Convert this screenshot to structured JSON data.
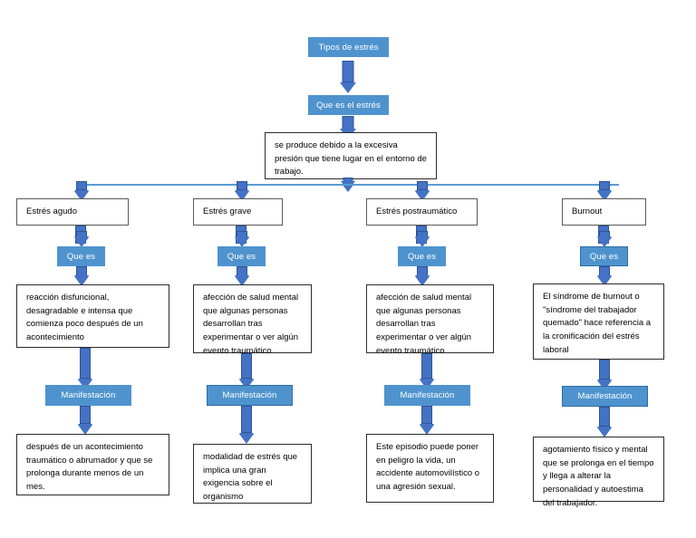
{
  "diagram": {
    "title_node": "Tipos de estrés",
    "definition_node": "Que es el estrés",
    "definition_text": "se produce debido a la excesiva presión que tiene lugar en el entorno de trabajo.",
    "label_que_es": "Que es",
    "label_manifestacion": "Manifestación",
    "colors": {
      "node_blue": "#4F93CE",
      "node_blue_border": "#2E6CA4",
      "arrow_blue": "#4472C4",
      "arrow_border": "#2F5597",
      "line_blue": "#5B9BD5",
      "box_border": "#2b2b2b",
      "text_on_blue": "#ffffff",
      "text_dark": "#000000"
    },
    "columns": [
      {
        "category": "Estrés agudo",
        "que_es": "Que es",
        "definition": "reacción disfuncional, desagradable e intensa que comienza poco después de un acontecimiento",
        "manifestacion": "Manifestación",
        "manifestacion_text": "después de un acontecimiento traumático o abrumador y que se prolonga durante menos de un mes."
      },
      {
        "category": "Estrés grave",
        "que_es": "Que es",
        "definition": "afección de salud mental que algunas personas desarrollan tras experimentar o ver algún evento traumático",
        "manifestacion": "Manifestación",
        "manifestacion_text": "modalidad de estrés que implica una gran exigencia sobre el organismo"
      },
      {
        "category": "Estrés postraumático",
        "que_es": "Que es",
        "definition": "afección de salud mental que algunas personas desarrollan tras experimentar o ver algún evento traumático",
        "manifestacion": "Manifestación",
        "manifestacion_text": "Este episodio puede poner en peligro la vida, un accidente automovilístico o una agresión sexual."
      },
      {
        "category": "Burnout",
        "que_es": "Que es",
        "definition": "El síndrome de burnout o \"síndrome del trabajador quemado\" hace referencia a la cronificación del estrés laboral",
        "manifestacion": "Manifestación",
        "manifestacion_text": "agotamiento físico y mental que se prolonga en el tiempo y llega a alterar la personalidad y autoestima del trabajador."
      }
    ]
  }
}
